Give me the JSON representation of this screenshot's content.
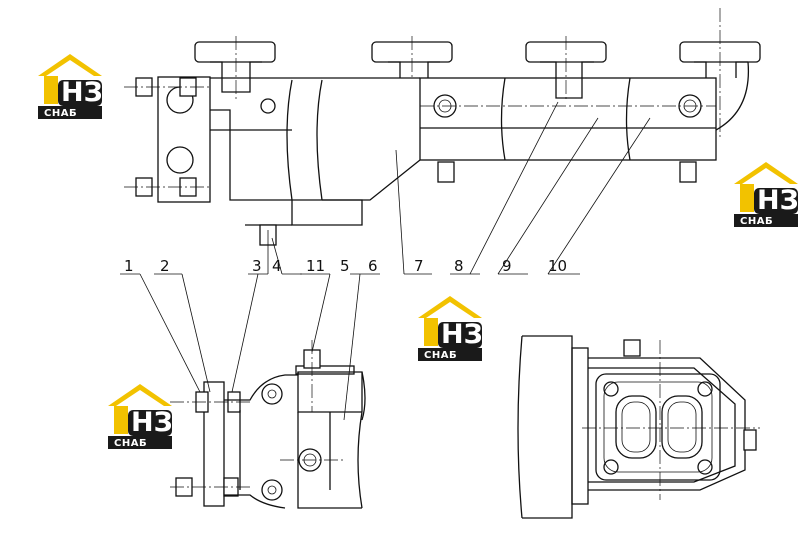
{
  "callouts": [
    "1",
    "2",
    "3",
    "4",
    "11",
    "5",
    "6",
    "7",
    "8",
    "9",
    "10"
  ],
  "logo": {
    "letters": "НЗ",
    "subtitle": "СНАБ",
    "accent": "#f2c200",
    "dark": "#1a1a1a"
  }
}
